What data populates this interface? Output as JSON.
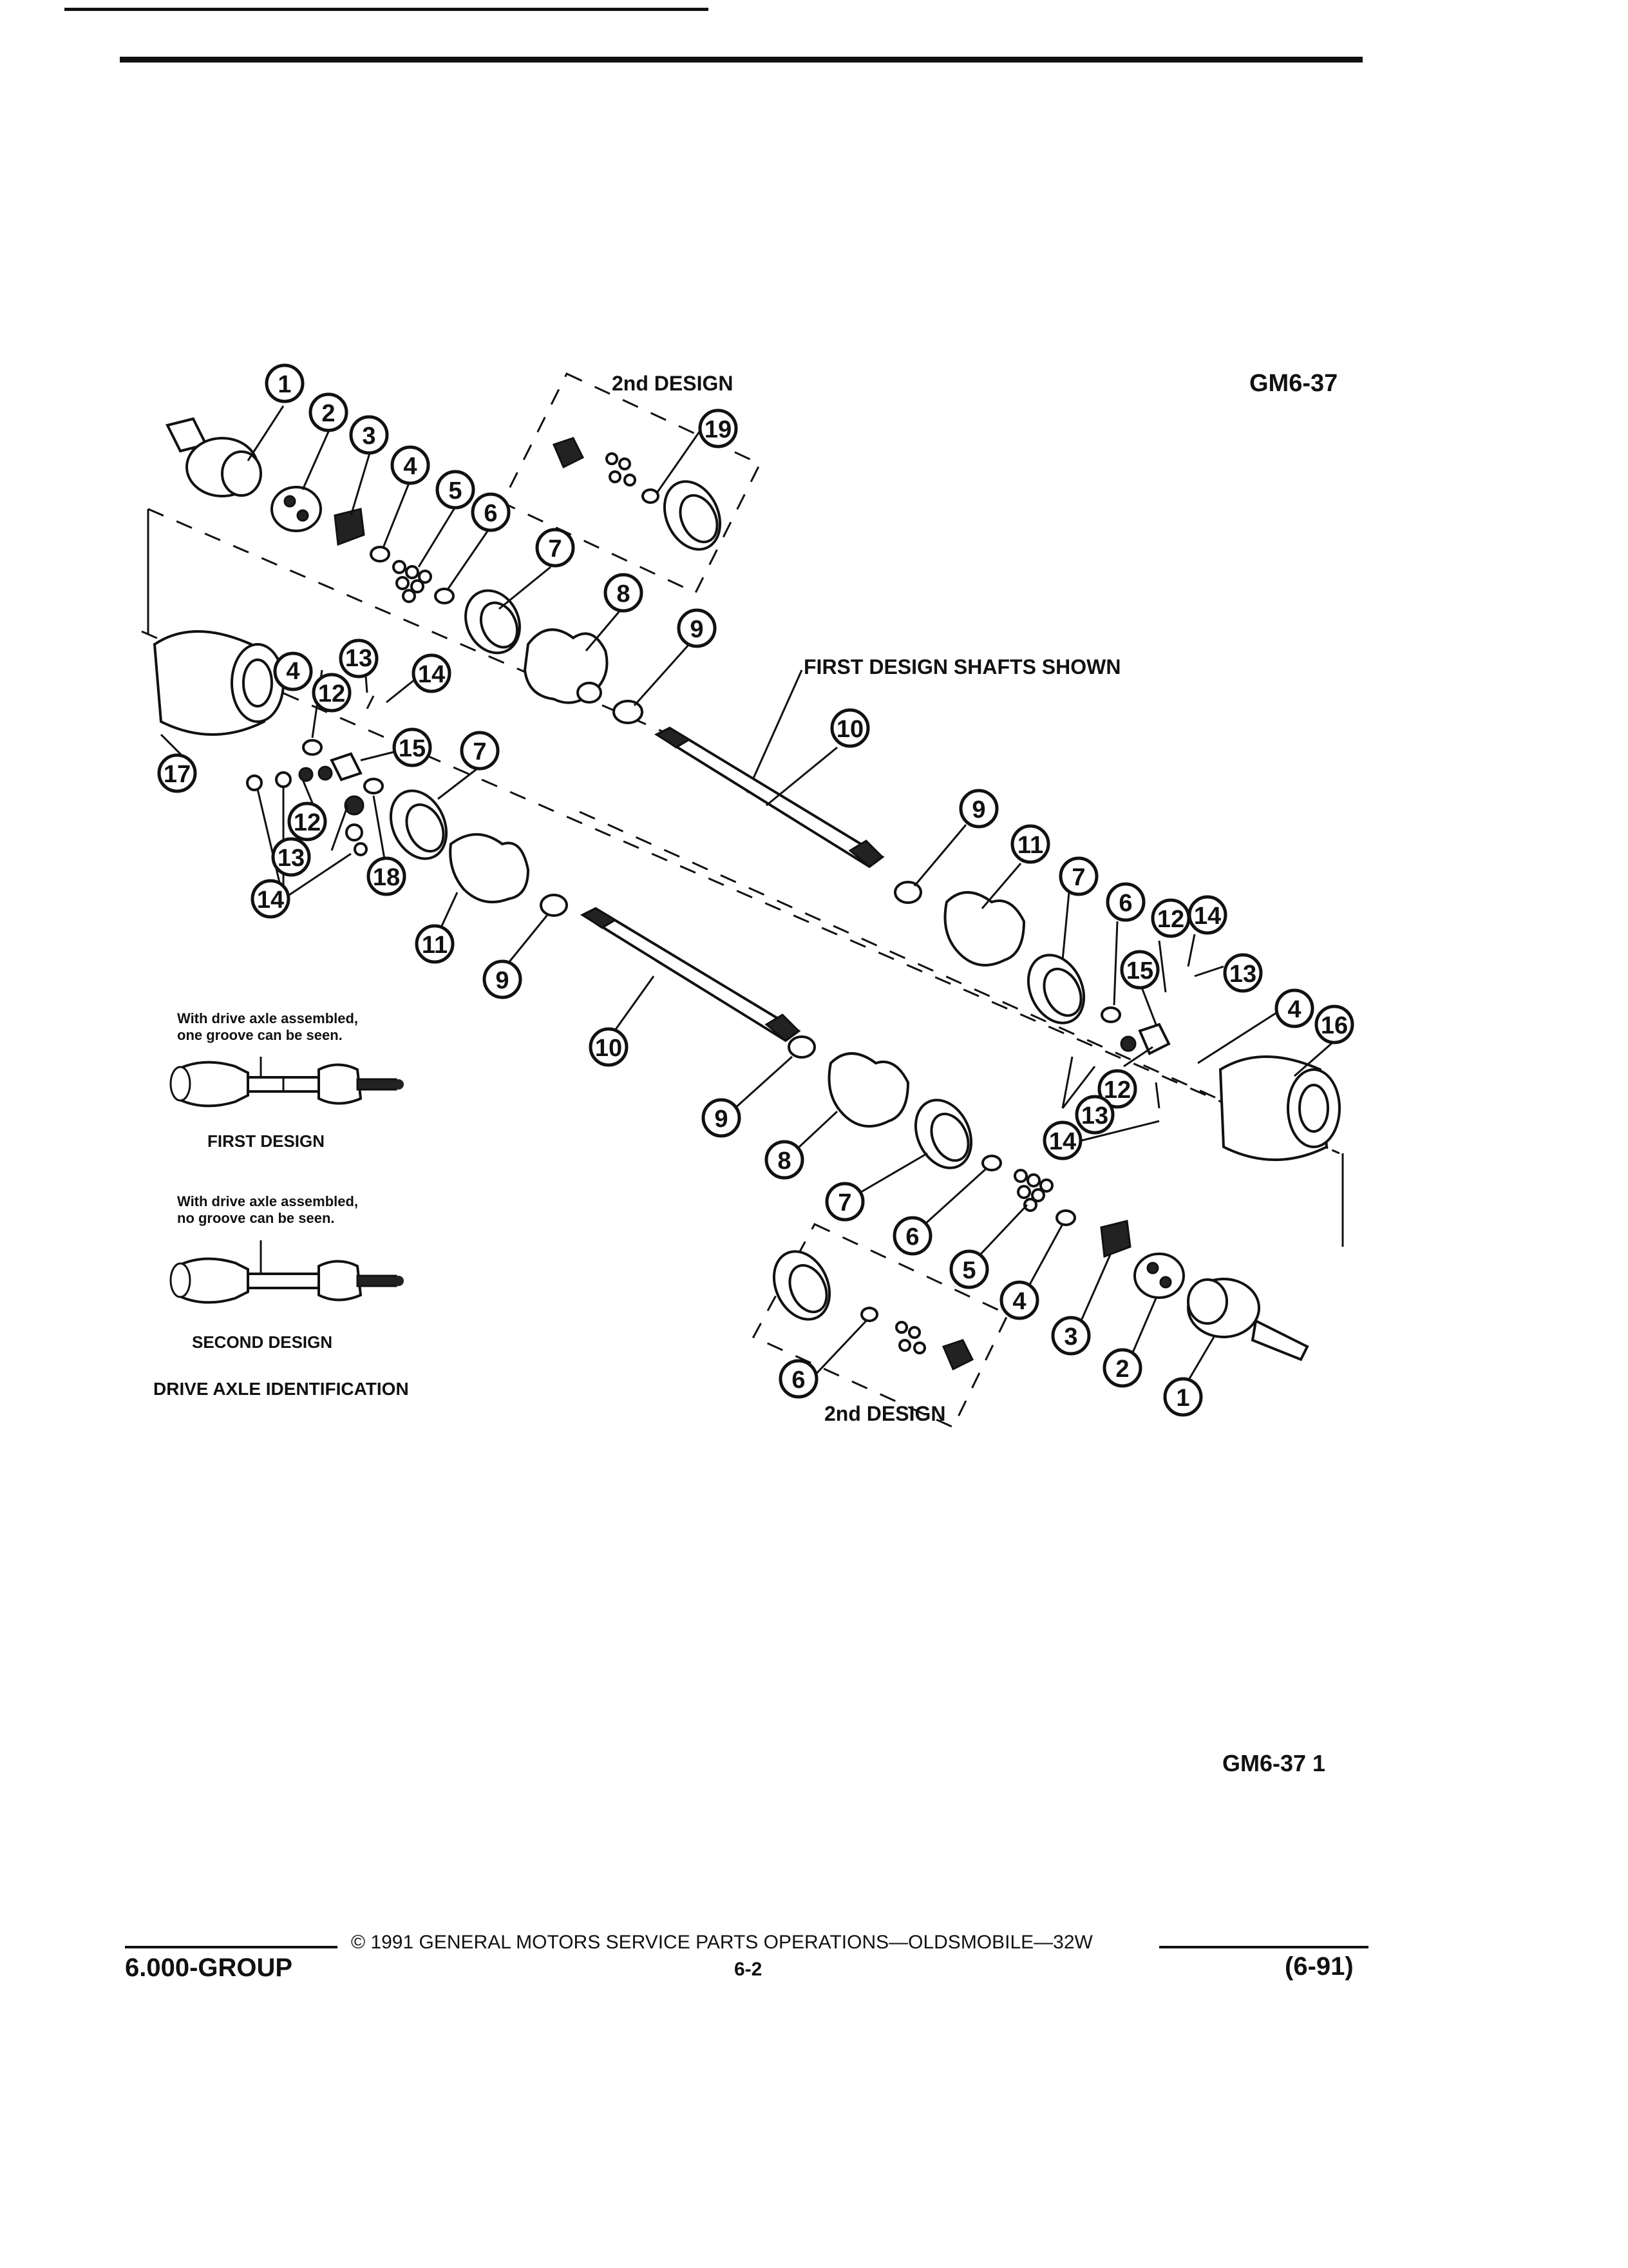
{
  "header": {
    "figure_code": "GM6-37"
  },
  "diagram": {
    "labels": {
      "second_design_top": "2nd DESIGN",
      "second_design_bottom": "2nd DESIGN",
      "first_design_shafts": "FIRST DESIGN SHAFTS SHOWN"
    },
    "callouts": [
      "1",
      "2",
      "3",
      "4",
      "5",
      "6",
      "7",
      "8",
      "9",
      "10",
      "11",
      "12",
      "13",
      "14",
      "15",
      "16",
      "17",
      "18",
      "19"
    ]
  },
  "identification": {
    "first_caption": "With drive axle assembled, one groove can be seen.",
    "first_caption_line1": "With drive axle assembled,",
    "first_caption_line2": "one groove can be seen.",
    "first_label": "FIRST DESIGN",
    "second_caption_line1": "With drive axle assembled,",
    "second_caption_line2": "no groove can be seen.",
    "second_label": "SECOND DESIGN",
    "title": "DRIVE AXLE IDENTIFICATION"
  },
  "figure_footer": {
    "code": "GM6-37  1"
  },
  "footer": {
    "copyright": "© 1991  GENERAL MOTORS SERVICE PARTS OPERATIONS—OLDSMOBILE—32W",
    "group": "6.000-GROUP",
    "page": "6-2",
    "date": "(6-91)"
  }
}
